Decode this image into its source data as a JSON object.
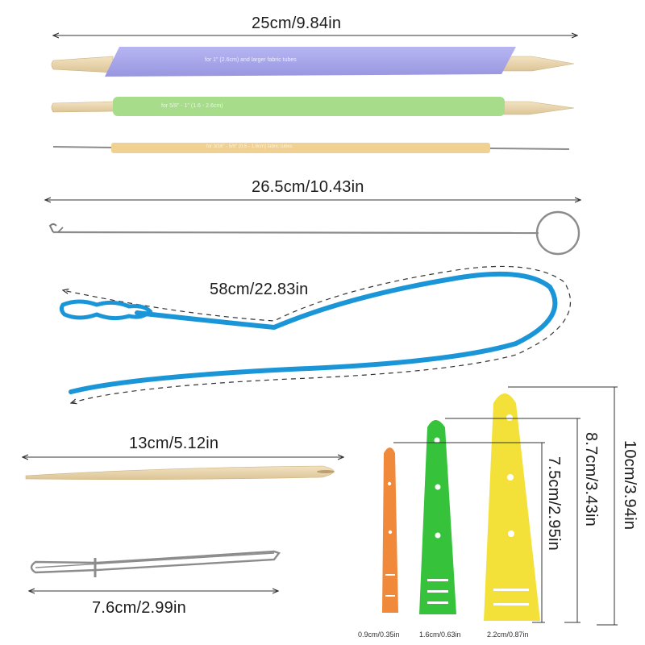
{
  "measurements": {
    "fabric_tube_tools": "25cm/9.84in",
    "latch_hook": "26.5cm/10.43in",
    "flexible_threader": "58cm/22.83in",
    "bamboo_needle": "13cm/5.12in",
    "bodkin_tweezer": "7.6cm/2.99in",
    "yellow_threader_length": "10cm/3.94in",
    "green_threader_length": "8.7cm/3.43in",
    "orange_threader_length": "7.5cm/2.95in",
    "orange_threader_width": "0.9cm/0.35in",
    "green_threader_width": "1.6cm/0.63in",
    "yellow_threader_width": "2.2cm/0.87in"
  },
  "tube_labels": {
    "purple": "for 1\" (2.6cm) and larger fabric tubes",
    "green": "for 5/8\" - 1\" (1.6 - 2.6cm)",
    "yellow": "for 3/16\" - 5/8\" (0.5 - 1.6cm) fabric tubes"
  },
  "colors": {
    "purple_tube": "#a9a8ec",
    "green_tube": "#a6dc8a",
    "yellow_tube": "#f1d191",
    "blue_threader": "#1a96d8",
    "orange_threader": "#f0893a",
    "green_threader": "#36c23a",
    "yellow_threader": "#f3e13a",
    "wood": "#ecd8ae",
    "metal": "#8c8c8c"
  }
}
